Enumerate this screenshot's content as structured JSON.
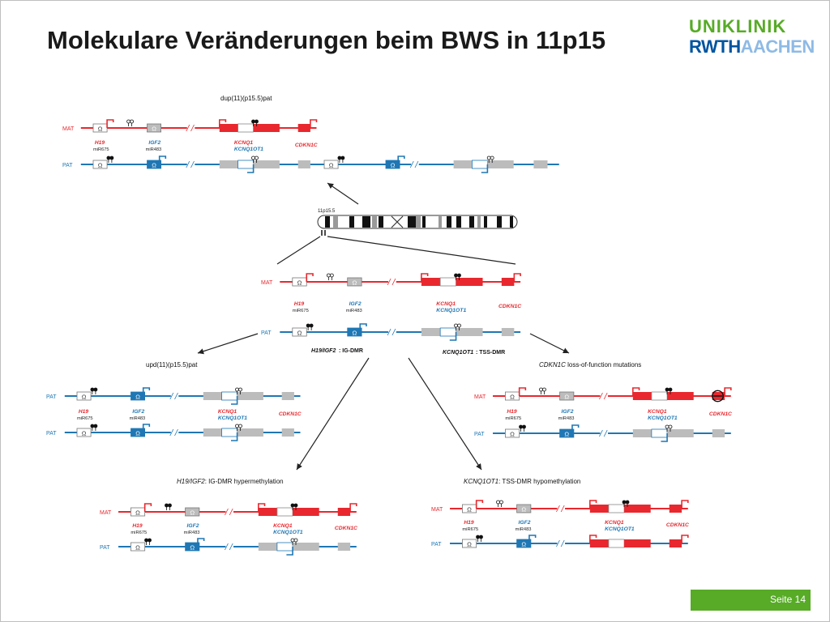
{
  "slide": {
    "title": "Molekulare Veränderungen beim BWS in 11p15",
    "page_number": "Seite 14"
  },
  "logo": {
    "top_text": "UNIKLINIK",
    "bottom_text_a": "RWTH",
    "bottom_text_b": "AACHEN"
  },
  "colors": {
    "maternal": "#e8282e",
    "paternal": "#1f77b4",
    "gene_gray": "#bcbcbc",
    "accent_green": "#57ab27",
    "dark_blue": "#00549f"
  },
  "labels": {
    "mat": "MAT",
    "pat": "PAT",
    "h19": "H19",
    "mir675": "miR675",
    "igf2": "IGF2",
    "mir483": "miR483",
    "kcnq1": "KCNQ1",
    "kcnq1ot1": "KCNQ1OT1",
    "cdkn1c": "CDKN1C",
    "omega": "Ω"
  },
  "chromosome_band": "11p15.5",
  "panels": {
    "dup_title": "dup(11)(p15.5)pat",
    "upd_title": "upd(11)(p15.5)pat",
    "cdkn1c_title": "loss-of-function mutations",
    "igdmr_title": ": IG-DMR hypermethylation",
    "igdmr_gene": "H19/IGF2",
    "tssdmr_title": ": TSS-DMR hypomethylation",
    "tssdmr_gene": "KCNQ1OT1"
  },
  "center_annotations": {
    "igdmr_gene": "H19/IGF2",
    "igdmr_label": ": IG-DMR",
    "tssdmr_gene": "KCNQ1OT1",
    "tssdmr_label": ": TSS-DMR"
  }
}
